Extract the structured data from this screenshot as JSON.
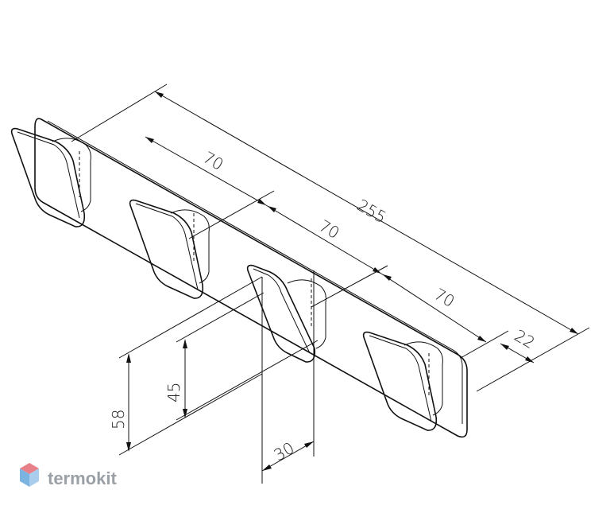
{
  "dimensions": {
    "overall_length": "255",
    "hook_spacing_1": "70",
    "hook_spacing_2": "70",
    "hook_spacing_3": "70",
    "depth": "22",
    "height_total": "58",
    "height_hook": "45",
    "hook_width": "30"
  },
  "watermark": {
    "text": "termokit",
    "colors": {
      "top": "#e8808a",
      "left": "#7bb4e0",
      "right": "#a9cdec"
    }
  }
}
